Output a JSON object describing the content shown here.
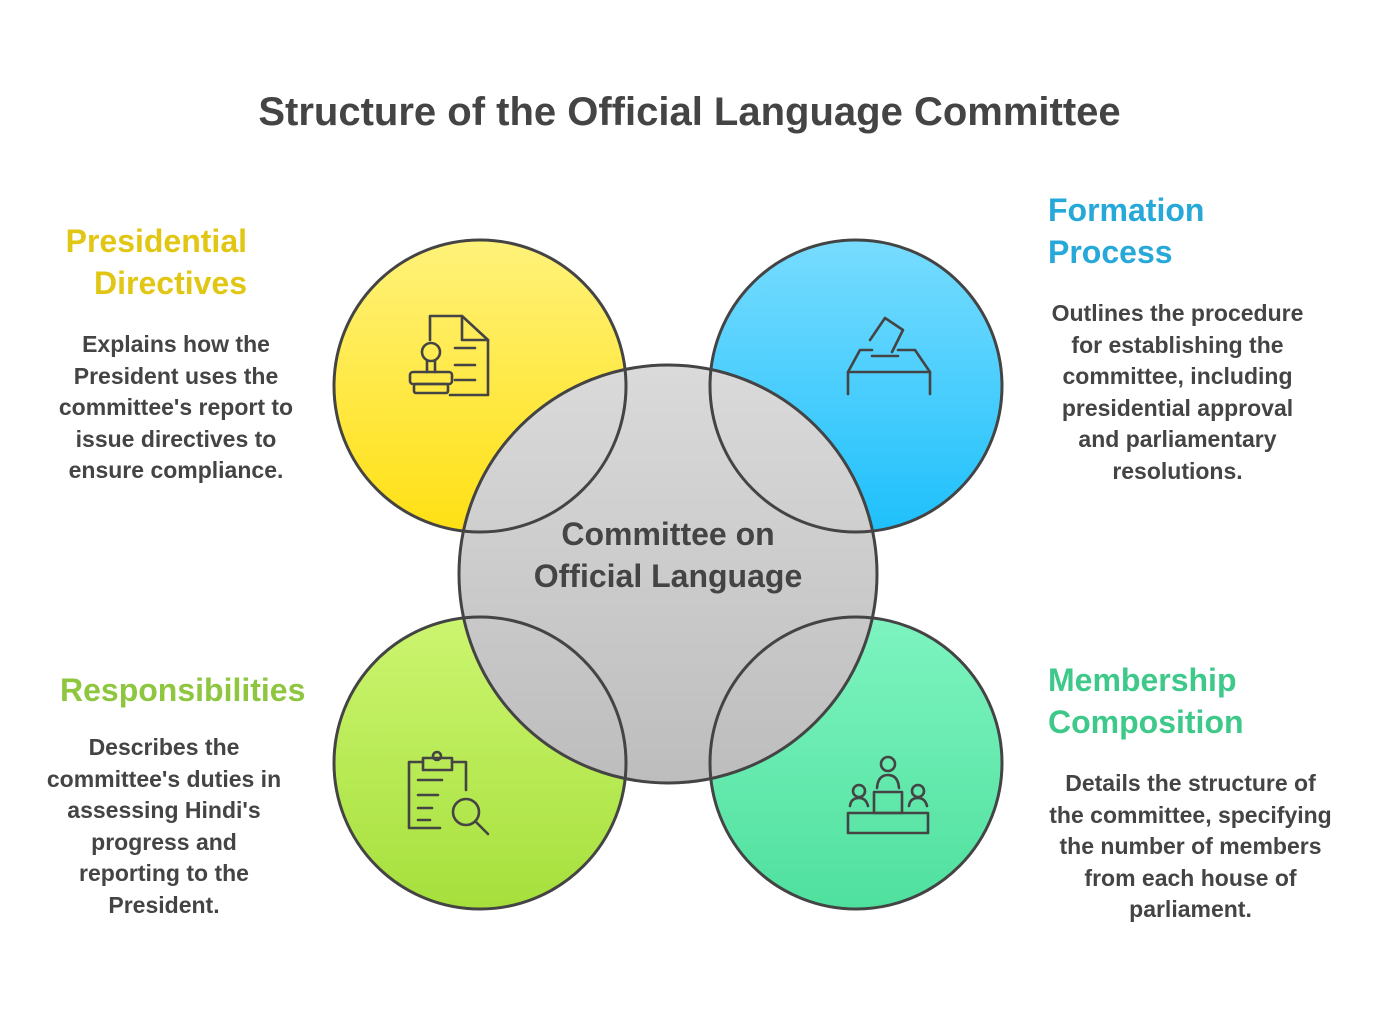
{
  "title": "Structure of the Official Language Committee",
  "center": {
    "label": "Committee on Official Language"
  },
  "sections": [
    {
      "id": "presidential",
      "heading": "Presidential Directives",
      "description": "Explains how the President uses the committee's report to issue directives to ensure compliance.",
      "color": "#e2c614",
      "icon": "document-stamp-icon"
    },
    {
      "id": "formation",
      "heading": "Formation Process",
      "description": "Outlines the procedure for establishing the committee, including presidential approval and parliamentary resolutions.",
      "color": "#26a8d8",
      "icon": "ballot-box-icon"
    },
    {
      "id": "responsibilities",
      "heading": "Responsibilities",
      "description": "Describes the committee's duties in assessing Hindi's progress and reporting to the President.",
      "color": "#8ec63f",
      "icon": "clipboard-search-icon"
    },
    {
      "id": "membership",
      "heading": "Membership Composition",
      "description": "Details the structure of the committee, specifying the number of members from each house of parliament.",
      "color": "#3ec98a",
      "icon": "podium-people-icon"
    }
  ]
}
